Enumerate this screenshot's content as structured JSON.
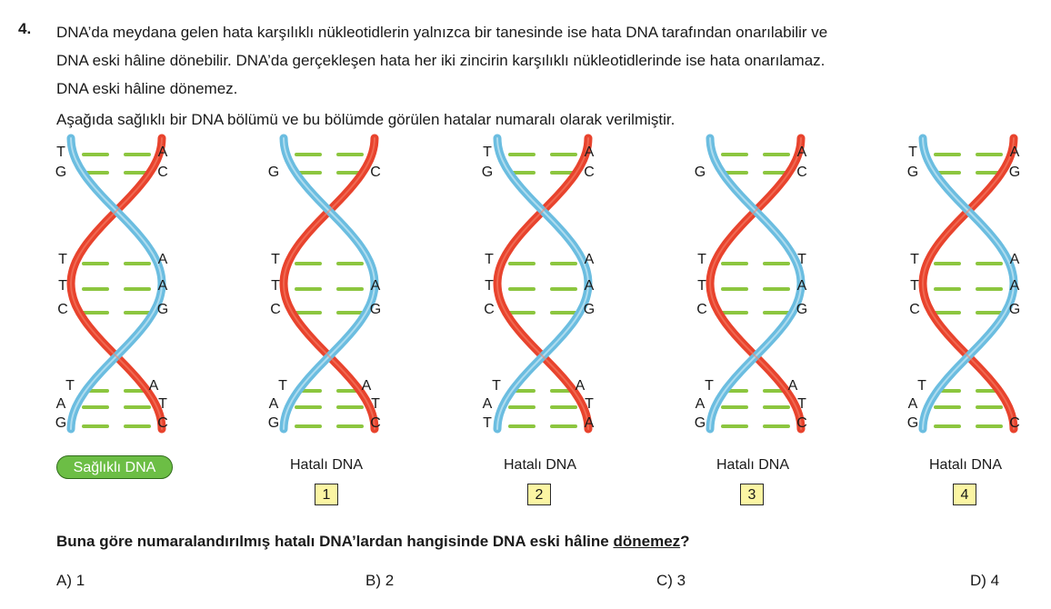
{
  "question": {
    "number": "4.",
    "paragraph": [
      "DNA’da meydana gelen hata karşılıklı nükleotidlerin yalnızca bir tanesinde ise hata DNA tarafından onarılabilir ve",
      "DNA eski hâline dönebilir. DNA’da gerçekleşen hata her iki zincirin karşılıklı nükleotidlerinde ise hata onarılamaz.",
      "DNA eski hâline dönemez."
    ],
    "intro": "Aşağıda sağlıklı bir DNA bölümü ve bu bölümde görülen hatalar numaralı olarak verilmiştir.",
    "prompt_before": "Buna göre numaralandırılmış hatalı DNA’lardan hangisinde DNA eski hâline ",
    "prompt_underlined": "dönemez",
    "prompt_after": "?"
  },
  "colors": {
    "red_strand": "#e8432d",
    "blue_strand": "#6bbde0",
    "rung": "#8cc63f",
    "badge_green": "#6cbe45",
    "number_box": "#fbf5a3"
  },
  "diagrams": [
    {
      "label": "Sağlıklı DNA",
      "number": "",
      "left": [
        "T",
        "G",
        "T",
        "T",
        "C",
        "T",
        "A",
        "G"
      ],
      "right": [
        "A",
        "C",
        "A",
        "A",
        "G",
        "A",
        "T",
        "C"
      ]
    },
    {
      "label": "Hatalı DNA",
      "number": "1",
      "left": [
        "",
        "G",
        "T",
        "T",
        "C",
        "T",
        "A",
        "G"
      ],
      "right": [
        "",
        "C",
        "",
        "A",
        "G",
        "A",
        "T",
        "C"
      ]
    },
    {
      "label": "Hatalı DNA",
      "number": "2",
      "left": [
        "T",
        "G",
        "T",
        "T",
        "C",
        "T",
        "A",
        "T"
      ],
      "right": [
        "A",
        "C",
        "A",
        "A",
        "G",
        "A",
        "T",
        "A"
      ]
    },
    {
      "label": "Hatalı DNA",
      "number": "3",
      "left": [
        "",
        "G",
        "T",
        "T",
        "C",
        "T",
        "A",
        "G"
      ],
      "right": [
        "A",
        "C",
        "T",
        "A",
        "G",
        "A",
        "T",
        "C"
      ]
    },
    {
      "label": "Hatalı DNA",
      "number": "4",
      "left": [
        "T",
        "G",
        "T",
        "T",
        "C",
        "T",
        "A",
        "G"
      ],
      "right": [
        "A",
        "G",
        "A",
        "A",
        "G",
        "",
        "",
        "C"
      ]
    }
  ],
  "options": [
    "A) 1",
    "B) 2",
    "C) 3",
    "D) 4"
  ]
}
